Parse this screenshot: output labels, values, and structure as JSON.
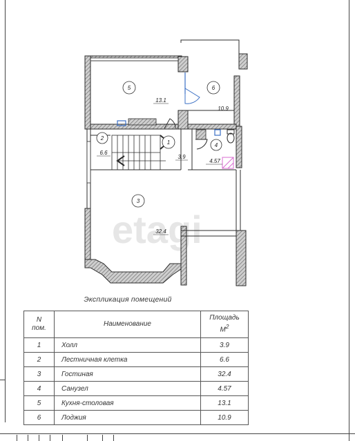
{
  "plan": {
    "watermark": "etagi",
    "rooms": [
      {
        "num": "5",
        "area": "13.1"
      },
      {
        "num": "6",
        "area": "10.9"
      },
      {
        "num": "2",
        "area": "6.6"
      },
      {
        "num": "1",
        "area": "3.9"
      },
      {
        "num": "4",
        "area": "4.57"
      },
      {
        "num": "3",
        "area": "32.4"
      }
    ]
  },
  "explication": {
    "caption": "Экспликация помещений",
    "headers": {
      "num": "N",
      "num_sub": "пом.",
      "name": "Наименование",
      "area": "Площадь",
      "area_unit": "M",
      "area_sup": "2"
    },
    "rows": [
      {
        "num": "1",
        "name": "Холл",
        "area": "3.9"
      },
      {
        "num": "2",
        "name": "Лестничная клетка",
        "area": "6.6"
      },
      {
        "num": "3",
        "name": "Гостиная",
        "area": "32.4"
      },
      {
        "num": "4",
        "name": "Санузел",
        "area": "4.57"
      },
      {
        "num": "5",
        "name": "Кухня-столовая",
        "area": "13.1"
      },
      {
        "num": "6",
        "name": "Лоджия",
        "area": "10.9"
      }
    ]
  },
  "colors": {
    "wall": "#2b2b2b",
    "hatch": "#8a8a8a",
    "blue": "#3a6fc4",
    "magenta": "#d86bd0"
  }
}
